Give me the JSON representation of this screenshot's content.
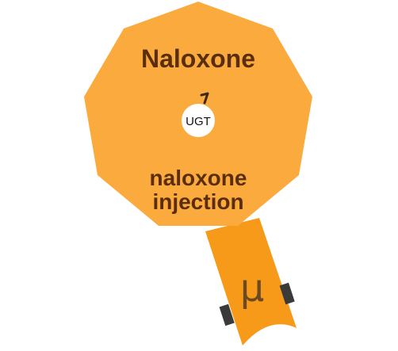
{
  "drug": {
    "name": "Naloxone",
    "product": [
      "naloxone",
      "injection"
    ],
    "enzyme": "UGT",
    "receptor_symbol": "μ"
  },
  "colors": {
    "body": "#fbab3e",
    "stem": "#f89a19",
    "text": "#5a2e0c",
    "badge": "#ffffff",
    "tabs": "#3a3a3a",
    "symbol": "#6b4a1f"
  },
  "icons": {
    "metabolism": "hook-icon",
    "stem_notches": "clamp-tab-icon"
  }
}
